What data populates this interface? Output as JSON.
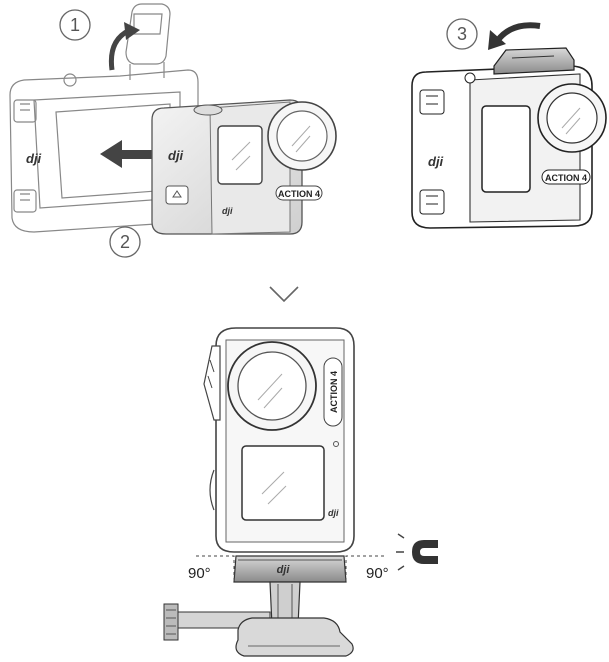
{
  "steps": [
    {
      "number": "1"
    },
    {
      "number": "2"
    },
    {
      "number": "3"
    }
  ],
  "brand": "dji",
  "camera_model": "ACTION 4",
  "angle_left": "90°",
  "angle_right": "90°",
  "icons": [
    "arrow-up-icon",
    "arrow-left-icon",
    "curved-arrow-icon",
    "chevron-down-icon",
    "magnet-icon"
  ]
}
